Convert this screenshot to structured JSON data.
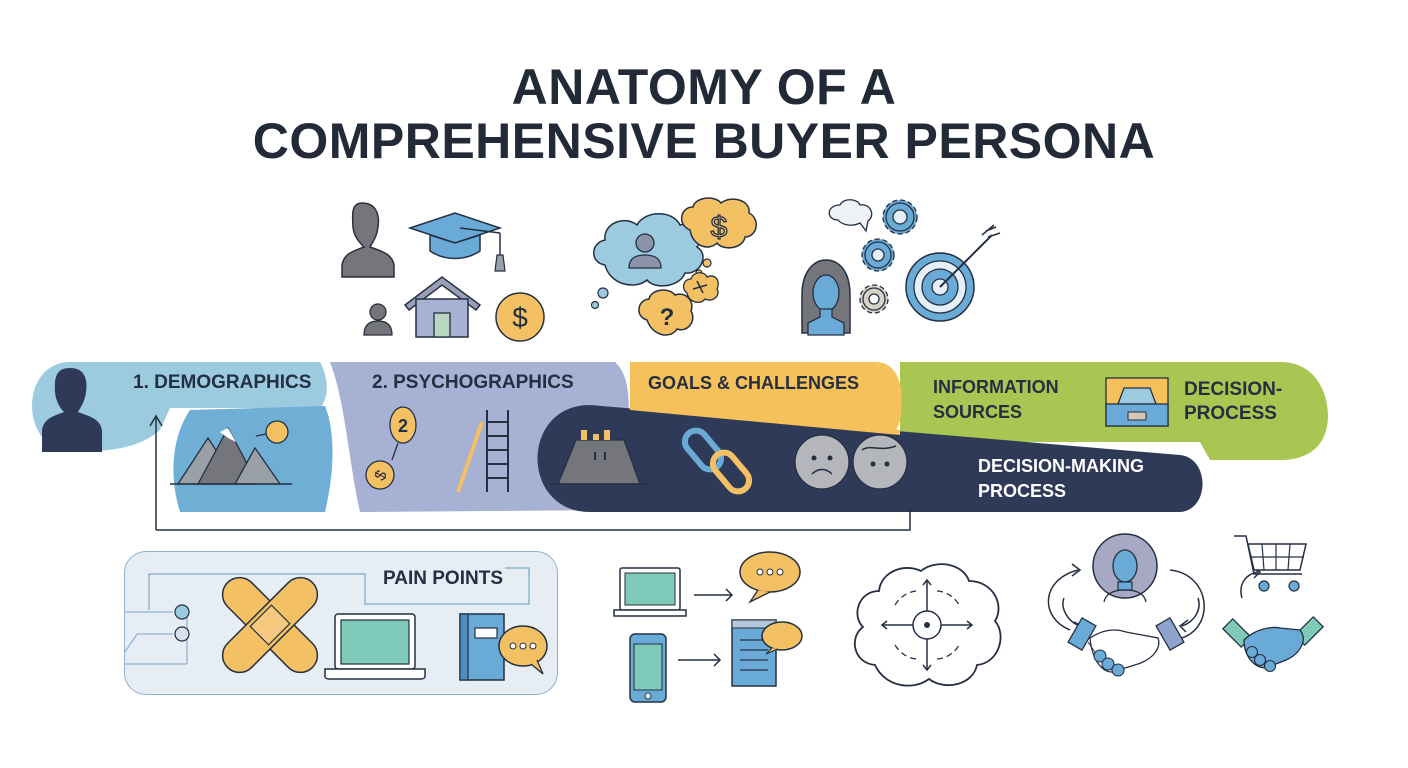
{
  "title": {
    "line1": "ANATOMY OF A",
    "line2": "COMPREHENSIVE BUYER PERSONA"
  },
  "colors": {
    "title_text": "#232a37",
    "demographics_bg": "#9ccbe0",
    "demographics_inner": "#6fafd6",
    "psychographics_bg": "#a6b1d3",
    "goals_bg": "#f6c15b",
    "information_bg": "#a9c652",
    "decision_bg": "#2f3a58",
    "pain_points_bg": "#e6edf5",
    "icon_blue": "#6aaad6",
    "icon_yellow": "#f3c063",
    "icon_gray": "#7c7f86",
    "icon_green": "#7fcab8"
  },
  "sections": {
    "demographics": {
      "label": "1. DEMOGRAPHICS"
    },
    "psychographics": {
      "label": "2. PSYCHOGRAPHICS"
    },
    "goals": {
      "label": "GOALS & CHALLENGES"
    },
    "information": {
      "label_line1": "INFORMATION",
      "label_line2": "SOURCES"
    },
    "decision_process": {
      "label_line1": "DECISION-",
      "label_line2": "PROCESS"
    },
    "decision_making": {
      "label_line1": "DECISION-MAKING",
      "label_line2": "PROCESS"
    },
    "pain_points": {
      "label": "PAIN POINTS"
    }
  },
  "icons": {
    "demographics_top": [
      "person-silhouette",
      "graduation-cap",
      "small-person",
      "house",
      "dollar-coin"
    ],
    "psychographics_top": [
      "thought-cloud-person",
      "thought-cloud-dollar",
      "thought-cloud-question",
      "thought-cloud-scribble"
    ],
    "goals_top": [
      "woman-avatar",
      "speech-bubble",
      "gear",
      "gear",
      "gear",
      "target-arrow"
    ],
    "band": [
      "person-silhouette",
      "mountains",
      "sun-bubble",
      "number-2-bubble",
      "dollar-bubble",
      "ladder",
      "road-plateau",
      "broken-chain",
      "sad-face",
      "worried-face",
      "inbox-tray"
    ],
    "pain_points": [
      "connector-nodes",
      "crossed-bandages",
      "laptop",
      "book",
      "chat-bubble"
    ],
    "bottom": [
      "laptop",
      "arrow-right",
      "chat-bubble",
      "smartphone",
      "arrow-right",
      "document-chat",
      "brain-cloud",
      "woman-avatar",
      "cycle-arrows",
      "handshake",
      "shopping-cart",
      "handshake"
    ]
  },
  "chat_glyph": "•••",
  "dollar_glyph": "$",
  "question_glyph": "?",
  "two_glyph": "2"
}
